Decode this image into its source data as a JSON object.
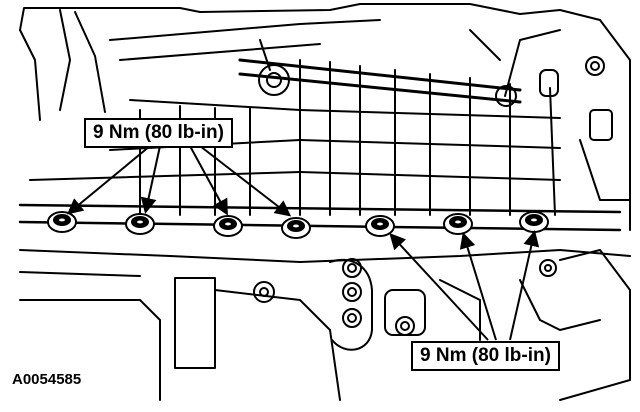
{
  "callouts": {
    "top_label": "9 Nm (80 lb-in)",
    "bottom_label": "9 Nm (80 lb-in)"
  },
  "figure_id": "A0054585",
  "colors": {
    "line": "#000000",
    "paper": "#ffffff"
  },
  "bolts": {
    "top_group": [
      "bolt-1",
      "bolt-2",
      "bolt-3",
      "bolt-4"
    ],
    "bottom_group": [
      "bolt-5",
      "bolt-6",
      "bolt-7"
    ]
  }
}
